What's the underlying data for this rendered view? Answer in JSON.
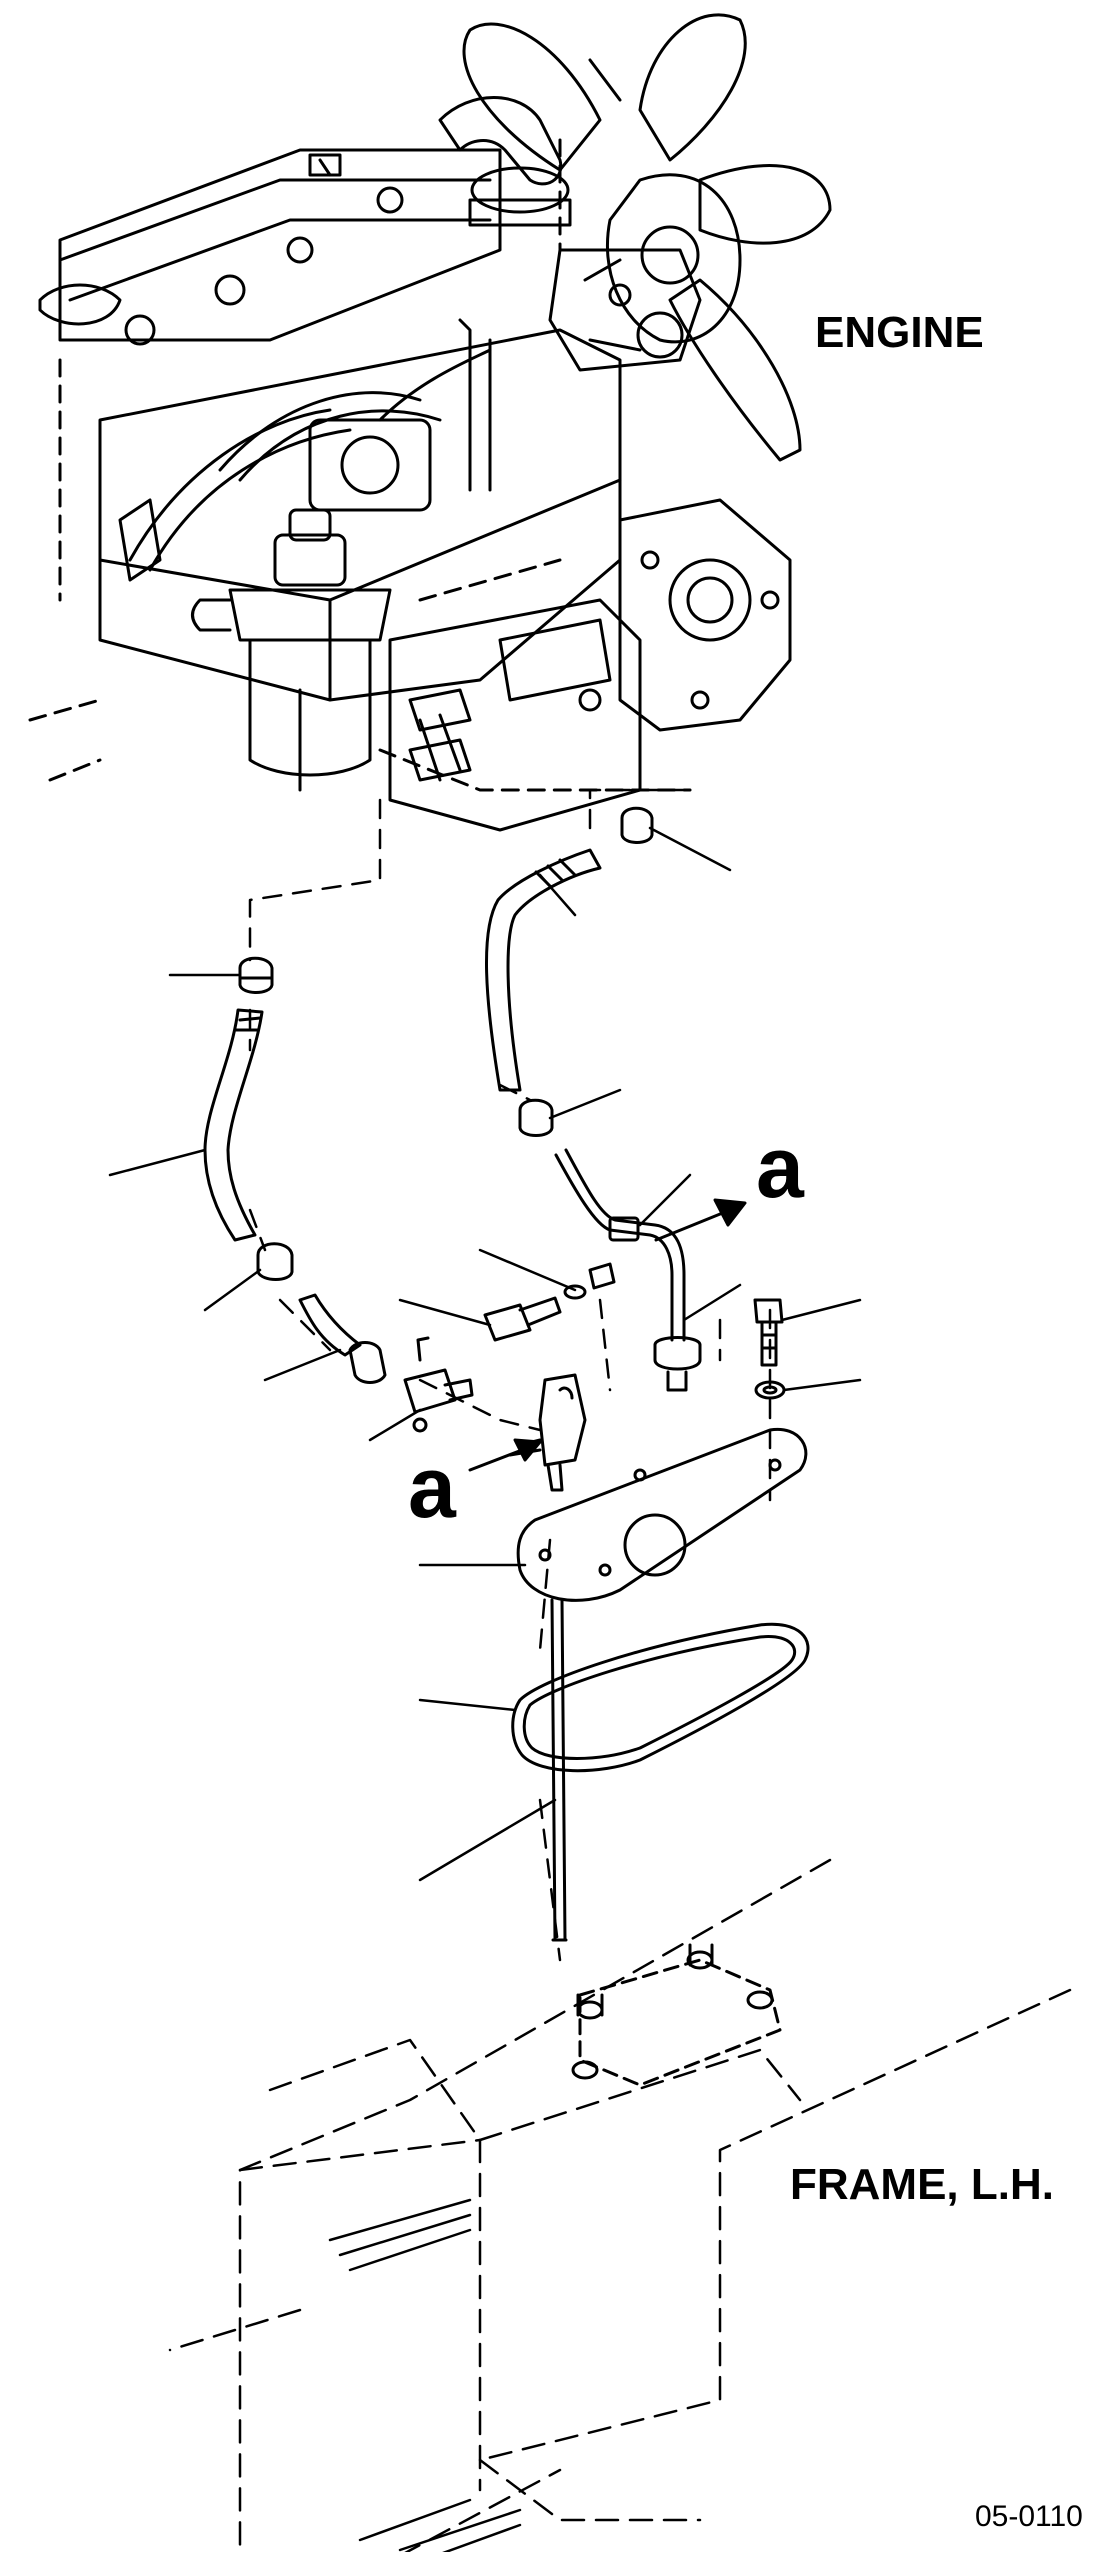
{
  "labels": {
    "engine": "ENGINE",
    "frame": "FRAME, L.H.",
    "callout_top": "a",
    "callout_bottom": "a",
    "figure_ref": "05-0110"
  },
  "colors": {
    "ink": "#000000",
    "paper": "#ffffff"
  }
}
